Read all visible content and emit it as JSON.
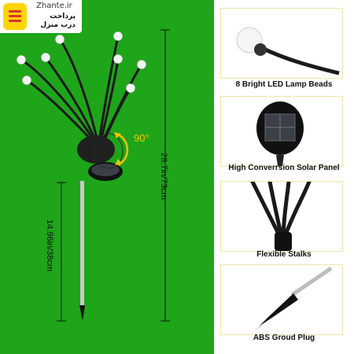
{
  "badge": {
    "site": "Zhante.ir",
    "line1": "پرداخت",
    "line2": "درب منزل",
    "icon": "delivery-icon"
  },
  "product": {
    "total_height": "28.7in/73cm",
    "stake_height": "14.96in/38cm",
    "rotation": "90°"
  },
  "features": [
    {
      "caption": "8 Bright LED Lamp Beads",
      "icon": "led-bead-icon"
    },
    {
      "caption": "High Converrsion Solar Panel",
      "icon": "solar-panel-icon"
    },
    {
      "caption": "Flexible Stalks",
      "icon": "stalks-icon"
    },
    {
      "caption": "ABS Groud Plug",
      "icon": "ground-plug-icon"
    }
  ],
  "colors": {
    "background_green": "#1ea51a",
    "accent_yellow": "#f2c300",
    "card_border": "#f0e6a8"
  }
}
